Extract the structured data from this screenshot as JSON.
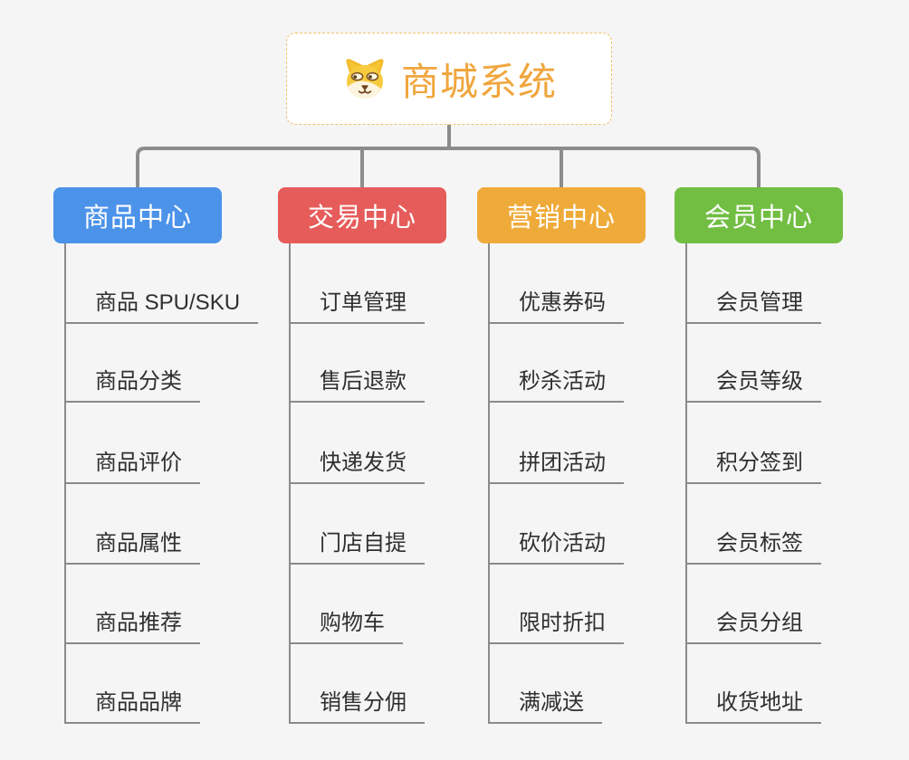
{
  "canvas": {
    "background": "#F5F5F6"
  },
  "root": {
    "title": "商城系统",
    "icon": "doge-face-icon",
    "text_color": "#F0A63D",
    "border_color": "#F2C06A",
    "background": "#FFFFFF"
  },
  "connectors": {
    "trunk_color": "#8C8C8C",
    "child_line_color": "#8A8A8A"
  },
  "item_text_color": "#2F2F2F",
  "branches": [
    {
      "id": "product-center",
      "label": "商品中心",
      "color": "#4B92E9",
      "children": [
        "商品 SPU/SKU",
        "商品分类",
        "商品评价",
        "商品属性",
        "商品推荐",
        "商品品牌"
      ]
    },
    {
      "id": "trade-center",
      "label": "交易中心",
      "color": "#E65C5A",
      "children": [
        "订单管理",
        "售后退款",
        "快递发货",
        "门店自提",
        "购物车",
        "销售分佣"
      ]
    },
    {
      "id": "marketing-center",
      "label": "营销中心",
      "color": "#EFAB3A",
      "children": [
        "优惠券码",
        "秒杀活动",
        "拼团活动",
        "砍价活动",
        "限时折扣",
        "满减送"
      ]
    },
    {
      "id": "member-center",
      "label": "会员中心",
      "color": "#71BE43",
      "children": [
        "会员管理",
        "会员等级",
        "积分签到",
        "会员标签",
        "会员分组",
        "收货地址"
      ]
    }
  ]
}
